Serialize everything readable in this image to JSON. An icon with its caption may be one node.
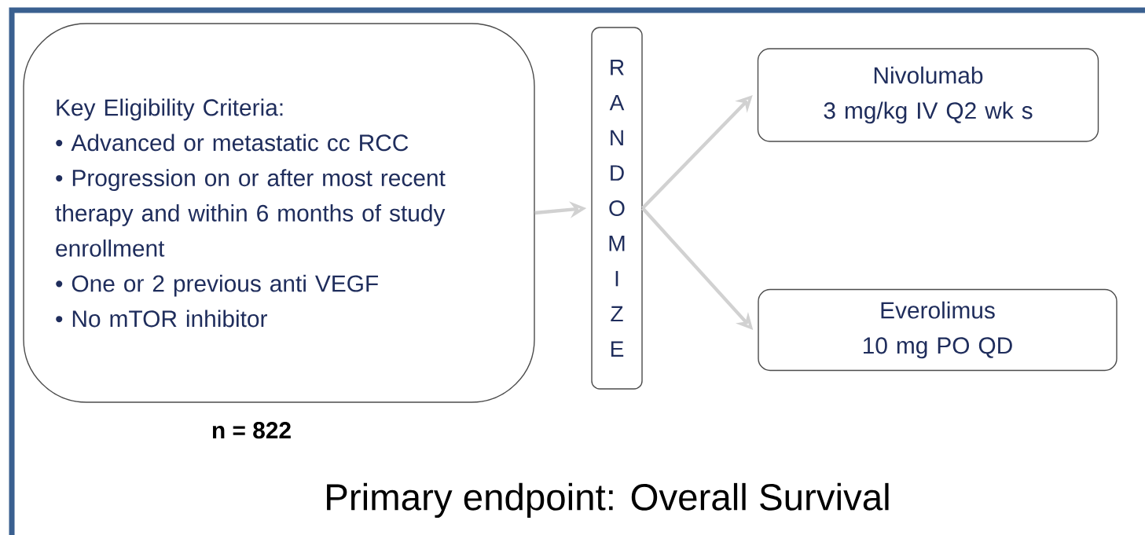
{
  "diagram": {
    "caption": "Primary endpoint: Overall Survival",
    "nodes": [
      {
        "text": [
          "Key Eligibility Criteria:",
          "• Advanced or metastatic cc RCC",
          "• Progression on or after most recent therapy and within 6 months of study enrollment",
          "• One or 2 previous anti VEGF",
          "• No mTOR inhibitor"
        ],
        "beside": [
          "n = 822"
        ]
      },
      {
        "text": [
          "R",
          "A",
          "N",
          "D",
          "O",
          "M",
          "I",
          "Z",
          "E"
        ]
      },
      {
        "text": [
          "Nivolumab",
          "3 mg/kg IV Q2 wk s"
        ]
      },
      {
        "text": [
          "Everolimus",
          "10 mg PO QD"
        ]
      }
    ],
    "edges": [
      {
        "from": 0,
        "to": 1,
        "arrow": "to"
      },
      {
        "from": 1,
        "to": 2,
        "arrow": "to"
      },
      {
        "from": 1,
        "to": 3,
        "arrow": "to"
      }
    ]
  }
}
